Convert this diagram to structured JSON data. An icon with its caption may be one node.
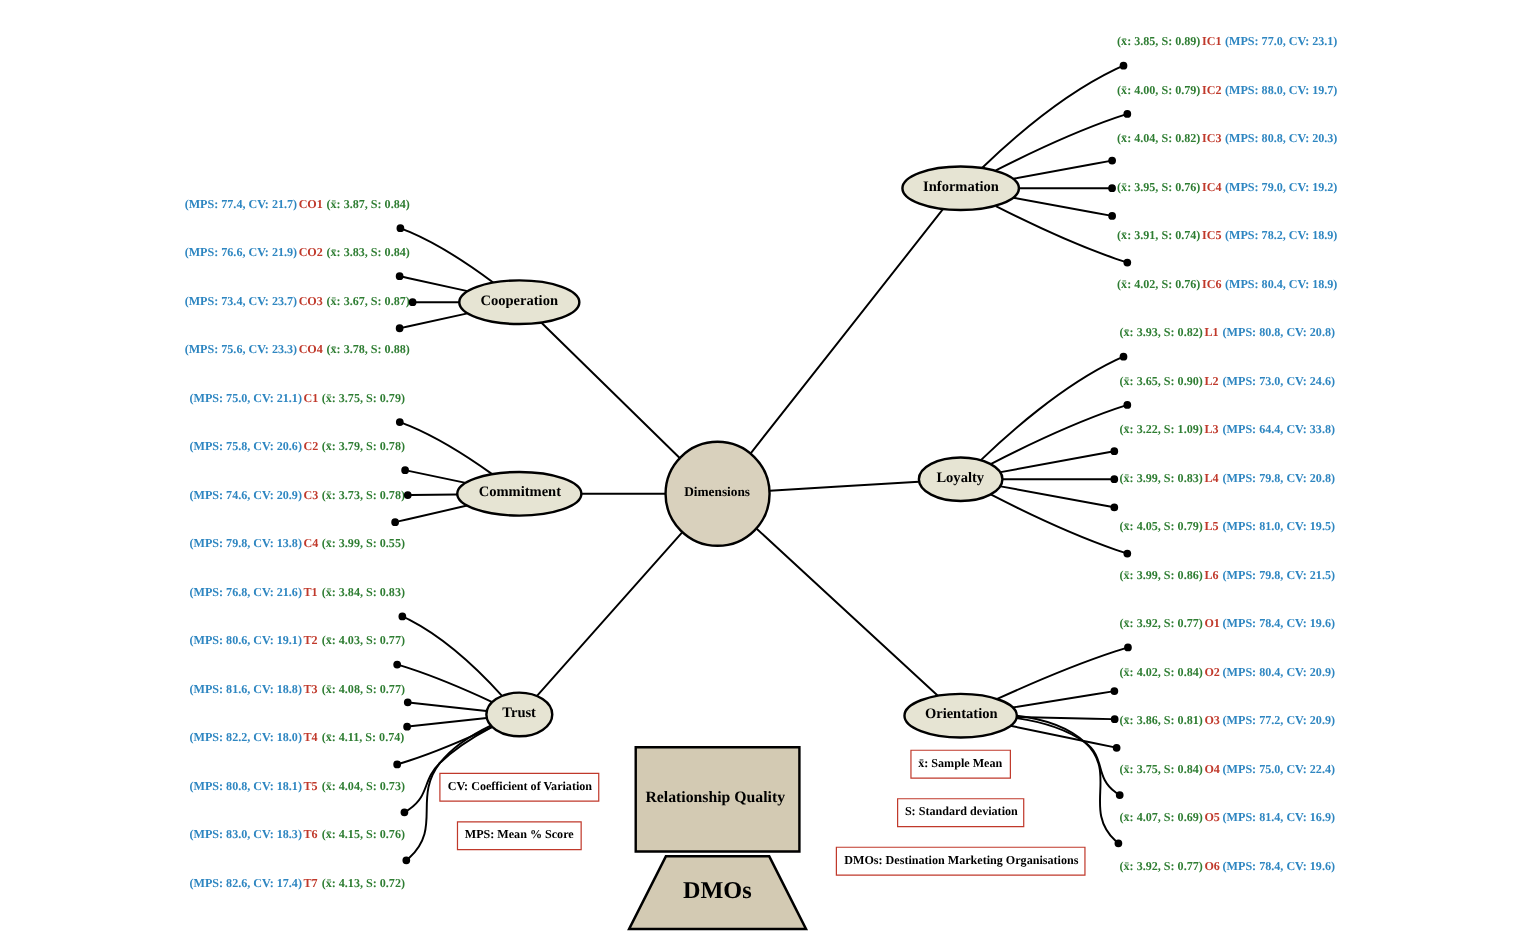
{
  "diagram": {
    "nodes": [
      {
        "text": [
          "Dimensions"
        ]
      },
      {
        "text": [
          "Relationship Quality"
        ]
      },
      {
        "text": [
          "DMOs"
        ]
      },
      {
        "text": [
          "Cooperation"
        ]
      },
      {
        "text": [
          "(MPS: 77.4, CV: 21.7)",
          "CO1",
          "(x̄: 3.87, S: 0.84)"
        ]
      },
      {
        "text": [
          "(MPS: 76.6, CV: 21.9)",
          "CO2",
          "(x̄: 3.83, S: 0.84)"
        ]
      },
      {
        "text": [
          "(MPS: 73.4, CV: 23.7)",
          "CO3",
          "(x̄: 3.67, S: 0.87)"
        ]
      },
      {
        "text": [
          "(MPS: 75.6, CV: 23.3)",
          "CO4",
          "(x̄: 3.78, S: 0.88)"
        ]
      },
      {
        "text": [
          "Information"
        ]
      },
      {
        "text": [
          "(x̄: 3.85, S: 0.89)",
          "IC1",
          "(MPS: 77.0, CV: 23.1)"
        ]
      },
      {
        "text": [
          "(x̄: 4.00, S: 0.79)",
          "IC2",
          "(MPS: 88.0, CV: 19.7)"
        ]
      },
      {
        "text": [
          "(x̄: 4.04, S: 0.82)",
          "IC3",
          "(MPS: 80.8, CV: 20.3)"
        ]
      },
      {
        "text": [
          "(x̄: 3.95, S: 0.76)",
          "IC4",
          "(MPS: 79.0, CV: 19.2)"
        ]
      },
      {
        "text": [
          "(x̄: 3.91, S: 0.74)",
          "IC5",
          "(MPS: 78.2, CV: 18.9)"
        ]
      },
      {
        "text": [
          "(x̄: 4.02, S: 0.76)",
          "IC6",
          "(MPS: 80.4, CV: 18.9)"
        ]
      },
      {
        "text": [
          "Commitment"
        ]
      },
      {
        "text": [
          "(MPS: 75.0, CV: 21.1)",
          "C1",
          "(x̄: 3.75, S: 0.79)"
        ]
      },
      {
        "text": [
          "(MPS: 75.8, CV: 20.6)",
          "C2",
          "(x̄: 3.79, S: 0.78)"
        ]
      },
      {
        "text": [
          "(MPS: 74.6, CV: 20.9)",
          "C3",
          "(x̄: 3.73, S: 0.78)"
        ]
      },
      {
        "text": [
          "(MPS: 79.8, CV: 13.8)",
          "C4",
          "(x̄: 3.99, S: 0.55)"
        ]
      },
      {
        "text": [
          "Loyalty"
        ]
      },
      {
        "text": [
          "(x̄: 3.93, S: 0.82)",
          "L1",
          "(MPS: 80.8, CV: 20.8)"
        ]
      },
      {
        "text": [
          "(x̄: 3.65, S: 0.90)",
          "L2",
          "(MPS: 73.0, CV: 24.6)"
        ]
      },
      {
        "text": [
          "(x̄: 3.22, S: 1.09)",
          "L3",
          "(MPS: 64.4, CV: 33.8)"
        ]
      },
      {
        "text": [
          "(x̄: 3.99, S: 0.83)",
          "L4",
          "(MPS: 79.8, CV: 20.8)"
        ]
      },
      {
        "text": [
          "(x̄: 4.05, S: 0.79)",
          "L5",
          "(MPS: 81.0, CV: 19.5)"
        ]
      },
      {
        "text": [
          "(x̄: 3.99, S: 0.86)",
          "L6",
          "(MPS: 79.8, CV: 21.5)"
        ]
      },
      {
        "text": [
          "Trust"
        ]
      },
      {
        "text": [
          "(MPS: 76.8, CV: 21.6)",
          "T1",
          "(x̄: 3.84, S: 0.83)"
        ]
      },
      {
        "text": [
          "(MPS: 80.6, CV: 19.1)",
          "T2",
          "(x̄: 4.03, S: 0.77)"
        ]
      },
      {
        "text": [
          "(MPS: 81.6, CV: 18.8)",
          "T3",
          "(x̄: 4.08, S: 0.77)"
        ]
      },
      {
        "text": [
          "(MPS: 82.2, CV: 18.0)",
          "T4",
          "(x̄: 4.11, S: 0.74)"
        ]
      },
      {
        "text": [
          "(MPS: 80.8, CV: 18.1)",
          "T5",
          "(x̄: 4.04, S: 0.73)"
        ]
      },
      {
        "text": [
          "(MPS: 83.0, CV: 18.3)",
          "T6",
          "(x̄: 4.15, S: 0.76)"
        ]
      },
      {
        "text": [
          "(MPS: 82.6, CV: 17.4)",
          "T7",
          "(x̄: 4.13, S: 0.72)"
        ]
      },
      {
        "text": [
          "Orientation"
        ]
      },
      {
        "text": [
          "(x̄: 3.92, S: 0.77)",
          "O1",
          "(MPS: 78.4, CV: 19.6)"
        ]
      },
      {
        "text": [
          "(x̄: 4.02, S: 0.84)",
          "O2",
          "(MPS: 80.4, CV: 20.9)"
        ]
      },
      {
        "text": [
          "(x̄: 3.86, S: 0.81)",
          "O3",
          "(MPS: 77.2, CV: 20.9)"
        ]
      },
      {
        "text": [
          "(x̄: 3.75, S: 0.84)",
          "O4",
          "(MPS: 75.0, CV: 22.4)"
        ]
      },
      {
        "text": [
          "(x̄: 4.07, S: 0.69)",
          "O5",
          "(MPS: 81.4, CV: 16.9)"
        ]
      },
      {
        "text": [
          "(x̄: 3.92, S: 0.77)",
          "O6",
          "(MPS: 78.4, CV: 19.6)"
        ]
      }
    ],
    "edges": [
      {
        "from": 0,
        "to": 3,
        "arrow": "none"
      },
      {
        "from": 3,
        "to": 4,
        "arrow": "other"
      },
      {
        "from": 3,
        "to": 5,
        "arrow": "other"
      },
      {
        "from": 3,
        "to": 6,
        "arrow": "other"
      },
      {
        "from": 3,
        "to": 7,
        "arrow": "other"
      },
      {
        "from": 0,
        "to": 8,
        "arrow": "none"
      },
      {
        "from": 8,
        "to": 9,
        "arrow": "other"
      },
      {
        "from": 8,
        "to": 10,
        "arrow": "other"
      },
      {
        "from": 8,
        "to": 11,
        "arrow": "other"
      },
      {
        "from": 8,
        "to": 12,
        "arrow": "other"
      },
      {
        "from": 8,
        "to": 13,
        "arrow": "other"
      },
      {
        "from": 8,
        "to": 14,
        "arrow": "other"
      },
      {
        "from": 0,
        "to": 15,
        "arrow": "none"
      },
      {
        "from": 15,
        "to": 16,
        "arrow": "other"
      },
      {
        "from": 15,
        "to": 17,
        "arrow": "other"
      },
      {
        "from": 15,
        "to": 18,
        "arrow": "other"
      },
      {
        "from": 15,
        "to": 19,
        "arrow": "other"
      },
      {
        "from": 0,
        "to": 20,
        "arrow": "none"
      },
      {
        "from": 20,
        "to": 21,
        "arrow": "other"
      },
      {
        "from": 20,
        "to": 22,
        "arrow": "other"
      },
      {
        "from": 20,
        "to": 23,
        "arrow": "other"
      },
      {
        "from": 20,
        "to": 24,
        "arrow": "other"
      },
      {
        "from": 20,
        "to": 25,
        "arrow": "other"
      },
      {
        "from": 20,
        "to": 26,
        "arrow": "other"
      },
      {
        "from": 0,
        "to": 27,
        "arrow": "none"
      },
      {
        "from": 27,
        "to": 28,
        "arrow": "other"
      },
      {
        "from": 27,
        "to": 29,
        "arrow": "other"
      },
      {
        "from": 27,
        "to": 30,
        "arrow": "other"
      },
      {
        "from": 27,
        "to": 31,
        "arrow": "other"
      },
      {
        "from": 27,
        "to": 32,
        "arrow": "other"
      },
      {
        "from": 27,
        "to": 33,
        "arrow": "other"
      },
      {
        "from": 27,
        "to": 34,
        "arrow": "other"
      },
      {
        "from": 0,
        "to": 35,
        "arrow": "none"
      },
      {
        "from": 35,
        "to": 36,
        "arrow": "other"
      },
      {
        "from": 35,
        "to": 37,
        "arrow": "other"
      },
      {
        "from": 35,
        "to": 38,
        "arrow": "other"
      },
      {
        "from": 35,
        "to": 39,
        "arrow": "other"
      },
      {
        "from": 35,
        "to": 40,
        "arrow": "other"
      },
      {
        "from": 35,
        "to": 41,
        "arrow": "other"
      }
    ],
    "labels": [
      "CV: Coefficient of Variation",
      "MPS: Mean % Score",
      "x̄: Sample Mean",
      "S: Standard deviation",
      "DMOs: Destination Marketing Organisations"
    ]
  }
}
